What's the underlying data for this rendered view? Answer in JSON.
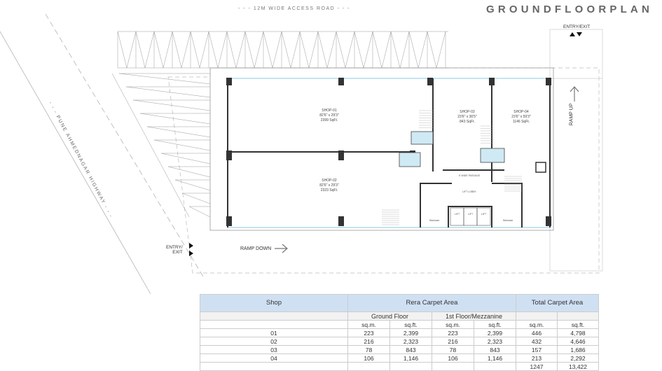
{
  "title": "GROUNDFLOORPLAN",
  "roads": {
    "top": "- - - 12M WIDE ACCESS ROAD - - -",
    "left": "- - - PUNE AHMEDNAGAR HIGHWAY - - -"
  },
  "entries": {
    "top_right": "ENTRY/EXIT",
    "left": "ENTRY/\nEXIT"
  },
  "ramps": {
    "up": "RAMP UP",
    "down": "RAMP DOWN"
  },
  "shops": [
    {
      "name": "SHOP-01",
      "size": "82'6\" x 29'3\"",
      "area": "2399 SqFt."
    },
    {
      "name": "SHOP-02",
      "size": "82'6\" x 29'3\"",
      "area": "2323 SqFt."
    },
    {
      "name": "SHOP-03",
      "size": "23'6\" x 36'5\"",
      "area": "843 SqFt."
    },
    {
      "name": "SHOP-04",
      "size": "23'6\" x 59'3\"",
      "area": "1146 SqFt."
    }
  ],
  "core": {
    "passage": "5' WIDE PASSAGE",
    "lobby": "LIFT LOBBY",
    "lift": "LIFT",
    "staircase": "Staircase"
  },
  "table": {
    "headers": {
      "shop": "Shop",
      "rera": "Rera Carpet Area",
      "total": "Total Carpet Area"
    },
    "subheaders": {
      "ground": "Ground Floor",
      "first": "1st Floor/Mezzanine"
    },
    "units": [
      "sq.m.",
      "sq.ft.",
      "sq.m.",
      "sq.ft.",
      "sq.m.",
      "sq.ft."
    ],
    "rows": [
      [
        "01",
        "223",
        "2,399",
        "223",
        "2,399",
        "446",
        "4,798"
      ],
      [
        "02",
        "216",
        "2,323",
        "216",
        "2,323",
        "432",
        "4,646"
      ],
      [
        "03",
        "78",
        "843",
        "78",
        "843",
        "157",
        "1,686"
      ],
      [
        "04",
        "106",
        "1,146",
        "106",
        "1,146",
        "213",
        "2,292"
      ],
      [
        "",
        "",
        "",
        "",
        "",
        "1247",
        "13,422"
      ]
    ]
  },
  "colors": {
    "header_bg": "#cfe0f3",
    "glass": "#9fd3ea",
    "wall": "#333333"
  }
}
